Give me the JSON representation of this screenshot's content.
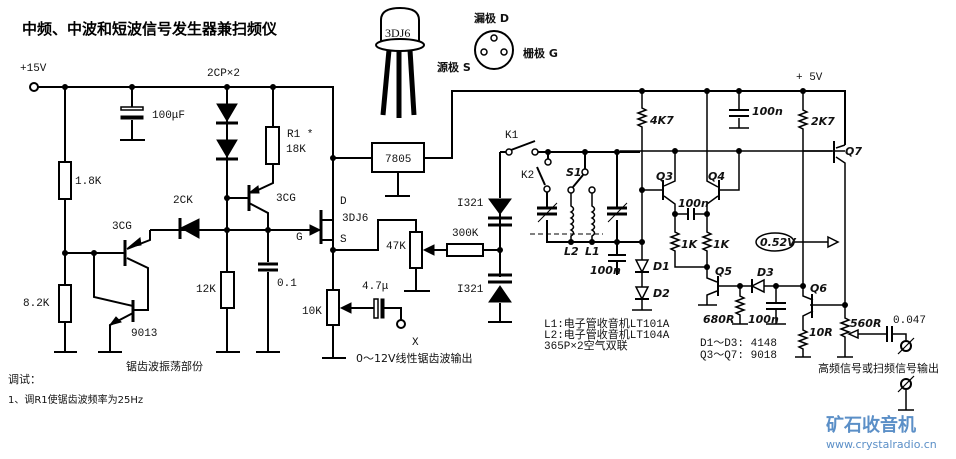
{
  "title": "中频、中波和短波信号发生器兼扫频仪",
  "pinout": {
    "transistor_label": "3DJ6",
    "drain": "漏极 D",
    "gate": "栅极 G",
    "source": "源极 S"
  },
  "power": {
    "v15": "+15V",
    "v5": "+ 5V"
  },
  "components": {
    "c100uf": "100μF",
    "diodes_2cp": "2CP×2",
    "r1_name": "R1 *",
    "r1_value": "18K",
    "r_1k8": "1.8K",
    "r_8k2": "8.2K",
    "d_2ck": "2CK",
    "q_3cg_left": "3CG",
    "q_3cg_mid": "3CG",
    "q_9013": "9013",
    "r_12k": "12K",
    "c_01": "0.1",
    "fet_d": "D",
    "fet_g": "G",
    "fet_s": "S",
    "fet_name": "3DJ6",
    "reg_7805": "7805",
    "pot_47k": "47K",
    "r_300k": "300K",
    "varicap_top": "I321",
    "varicap_bot": "I321",
    "pot_10k": "10K",
    "c_47u": "4.7μ",
    "out_x": "X",
    "k1": "K1",
    "k2": "K2",
    "s1": "S1",
    "l2": "L2",
    "l1": "L1",
    "c100n_a": "100n",
    "c100n_b": "100n",
    "c100n_c": "100n",
    "c100n_d": "100n",
    "d1": "D1",
    "d2": "D2",
    "d3": "D3",
    "r_4k7": "4K7",
    "r_2k7": "2K7",
    "r_1k_a": "1K",
    "r_1k_b": "1K",
    "q3": "Q3",
    "q4": "Q4",
    "q5": "Q5",
    "q6": "Q6",
    "q7": "Q7",
    "r_680": "680R",
    "r_10r": "10R",
    "pot_560r": "560R",
    "c_0047": "0.047",
    "voltage_tag": "0.52V"
  },
  "captions": {
    "sawtooth_osc": "锯齿波振荡部份",
    "sawtooth_out": "0～12V线性锯齿波输出",
    "rf_out": "高频信号或扫频信号输出"
  },
  "notes_coils": [
    "L1:电子管收音机LT101A",
    "L2:电子管收音机LT104A",
    "365P×2空气双联"
  ],
  "notes_semis": [
    "D1～D3:  4148",
    "Q3～Q7:  9018"
  ],
  "tuning": {
    "heading": "调试：",
    "step1": "1、调R1使锯齿波频率为25Hz"
  },
  "watermark": {
    "name": "矿石收音机",
    "url": "www.crystalradio.cn",
    "color": "#5b8fc7"
  }
}
